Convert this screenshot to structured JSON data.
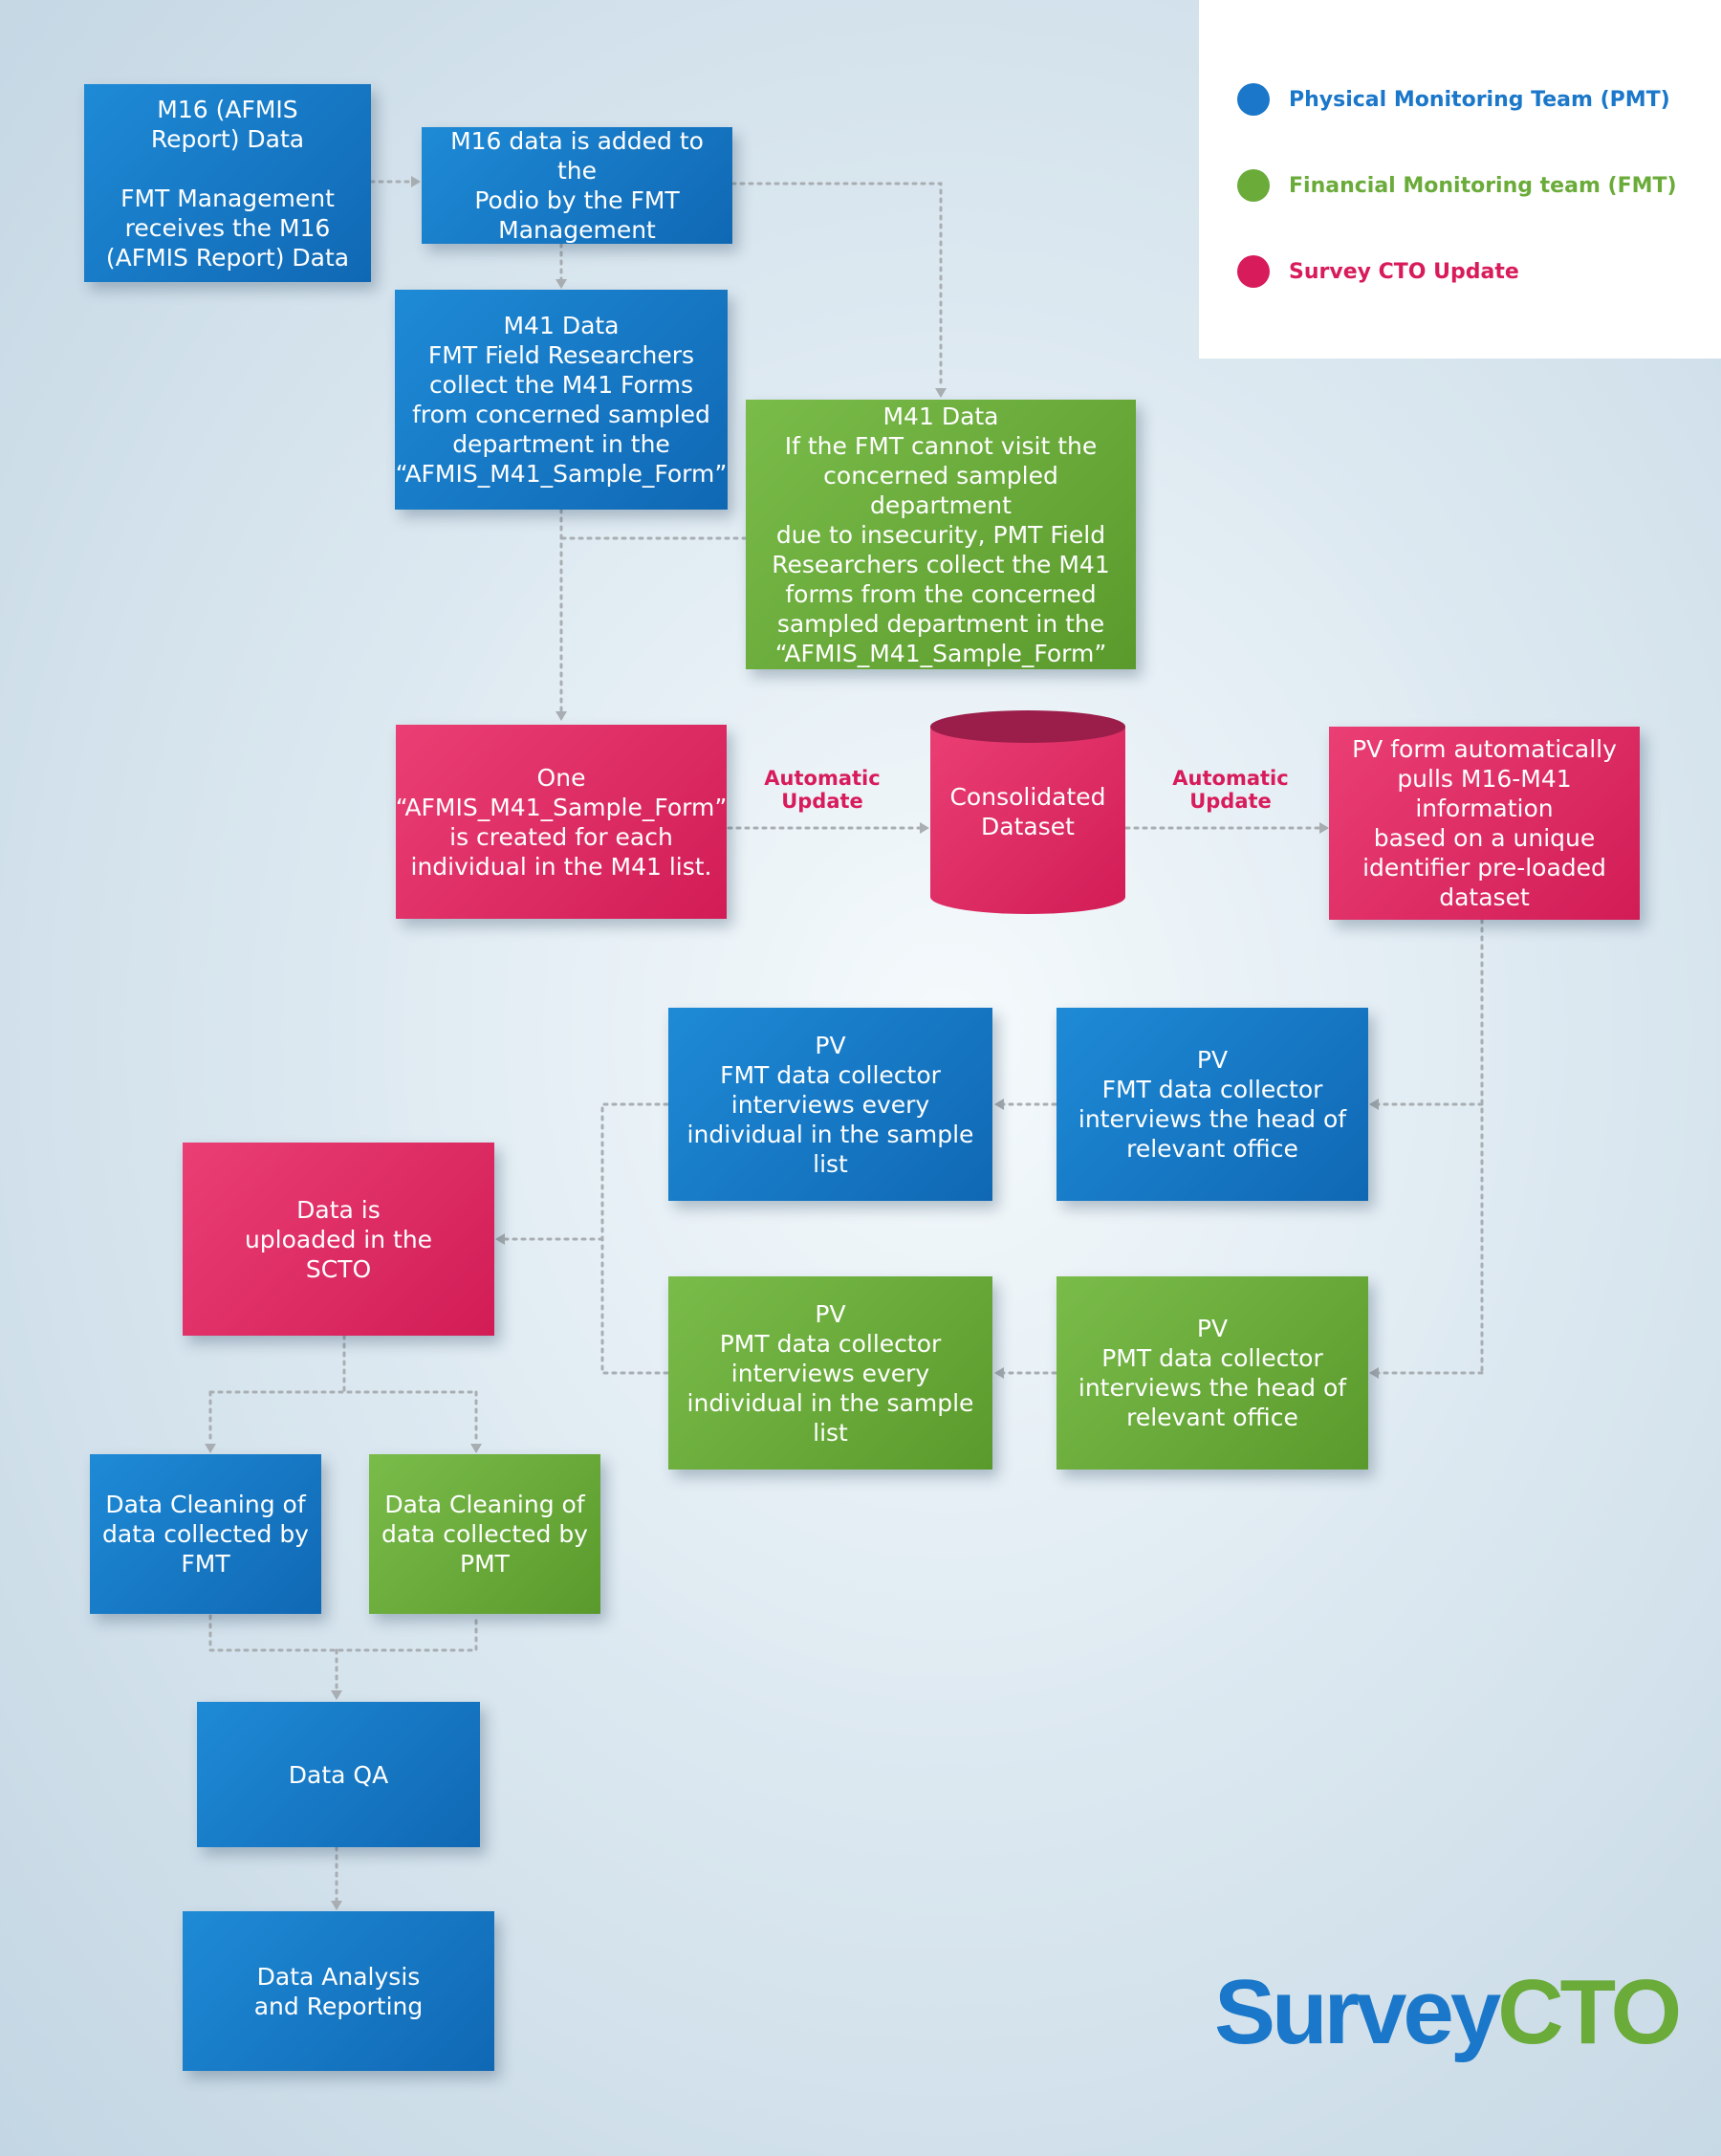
{
  "legend": {
    "items": [
      {
        "label": "Physical Monitoring Team (PMT)",
        "color": "#1a77c9"
      },
      {
        "label": "Financial Monitoring team (FMT)",
        "color": "#6aab3a"
      },
      {
        "label": "Survey CTO Update",
        "color": "#d81b5a"
      }
    ]
  },
  "nodes": {
    "m16_receive": "M16 (AFMIS\nReport) Data\n\nFMT Management\nreceives the M16\n(AFMIS Report) Data",
    "m16_podio": "M16 data is added to the\nPodio by the FMT\nManagement",
    "m41_fmt": "M41 Data\nFMT Field Researchers\ncollect the M41 Forms\nfrom concerned sampled\ndepartment in the\n“AFMIS_M41_Sample_Form”",
    "m41_pmt": "M41 Data\nIf the FMT cannot visit the\nconcerned sampled department\ndue to insecurity, PMT Field\nResearchers collect the M41\nforms from the concerned\nsampled department in the\n“AFMIS_M41_Sample_Form”",
    "form_created": "One\n“AFMIS_M41_Sample_Form”\nis created for each\nindividual in the M41 list.",
    "consolidated": "Consolidated\nDataset",
    "pv_form": "PV form automatically\npulls M16-M41 information\nbased on a unique\nidentifier pre-loaded\ndataset",
    "pv_fmt_head": "PV\nFMT data collector\ninterviews the head of\nrelevant office",
    "pv_fmt_every": "PV\nFMT data collector\ninterviews every\nindividual in the sample list",
    "pv_pmt_head": "PV\nPMT data collector\ninterviews the head of\nrelevant office",
    "pv_pmt_every": "PV\nPMT data collector\ninterviews every\nindividual in the sample list",
    "scto": "Data is\nuploaded in the\nSCTO",
    "clean_fmt": "Data Cleaning of\ndata collected by\nFMT",
    "clean_pmt": "Data Cleaning of\ndata collected by\nPMT",
    "qa": "Data QA",
    "analysis": "Data Analysis\nand Reporting"
  },
  "edge_labels": {
    "auto_update_1": "Automatic\nUpdate",
    "auto_update_2": "Automatic\nUpdate"
  },
  "logo": {
    "part1": "Survey",
    "part2": "CTO",
    "color1": "#1a77c9",
    "color2": "#6aab3a"
  }
}
